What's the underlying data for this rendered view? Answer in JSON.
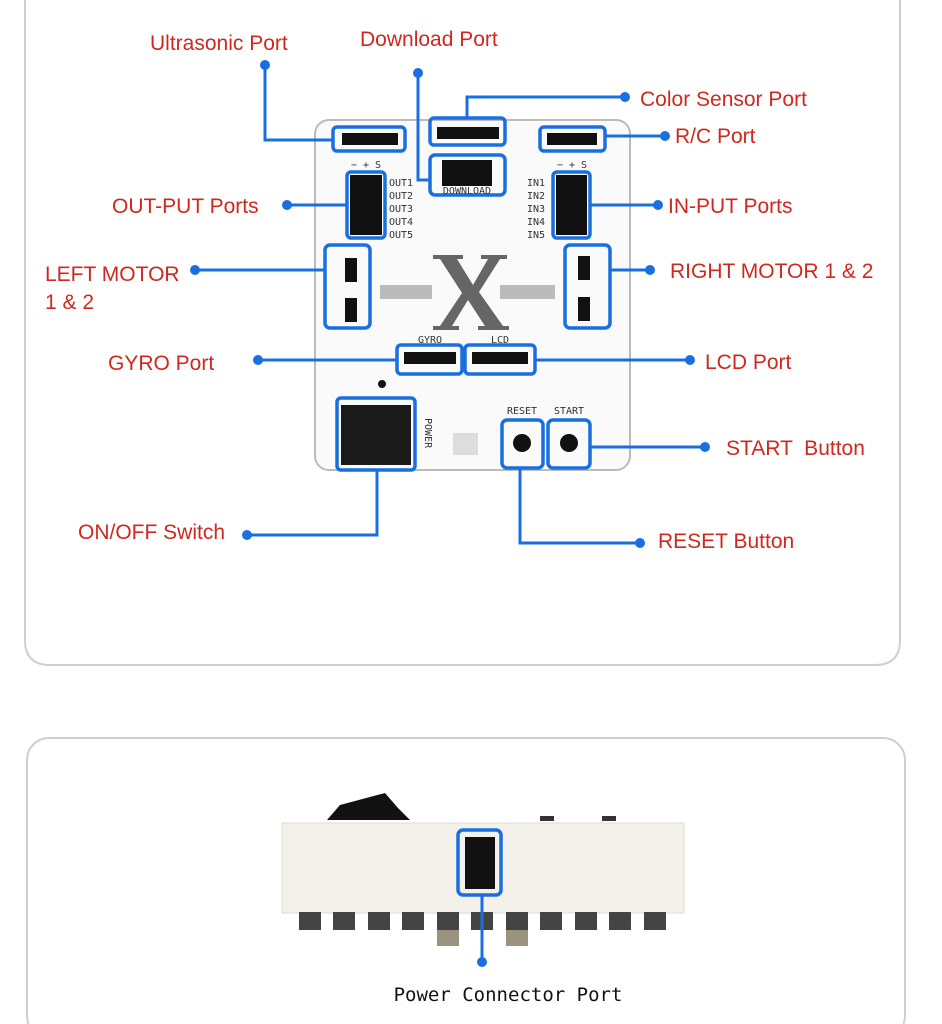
{
  "labels": {
    "ultrasonic": "Ultrasonic Port",
    "download": "Download Port",
    "color_sensor": "Color Sensor Port",
    "rc": "R/C Port",
    "output": "OUT-PUT Ports",
    "input": "IN-PUT Ports",
    "left_motor_1": "LEFT MOTOR",
    "left_motor_2": "1 & 2",
    "right_motor": "RIGHT MOTOR 1 & 2",
    "gyro": "GYRO Port",
    "lcd": "LCD Port",
    "start": "START  Button",
    "onoff": "ON/OFF Switch",
    "reset": "RESET Button",
    "power_connector": "Power Connector Port"
  },
  "board": {
    "logo": "X",
    "pin_header": "− + S",
    "outputs": [
      "OUT1",
      "OUT2",
      "OUT3",
      "OUT4",
      "OUT5"
    ],
    "inputs": [
      "IN1",
      "IN2",
      "IN3",
      "IN4",
      "IN5"
    ],
    "download": "DOWNLOAD",
    "gyro": "GYRO",
    "lcd": "LCD",
    "reset": "RESET",
    "start": "START",
    "power": "POWER"
  },
  "colors": {
    "label": "#d0281e",
    "callout": "#1a6fe0"
  }
}
